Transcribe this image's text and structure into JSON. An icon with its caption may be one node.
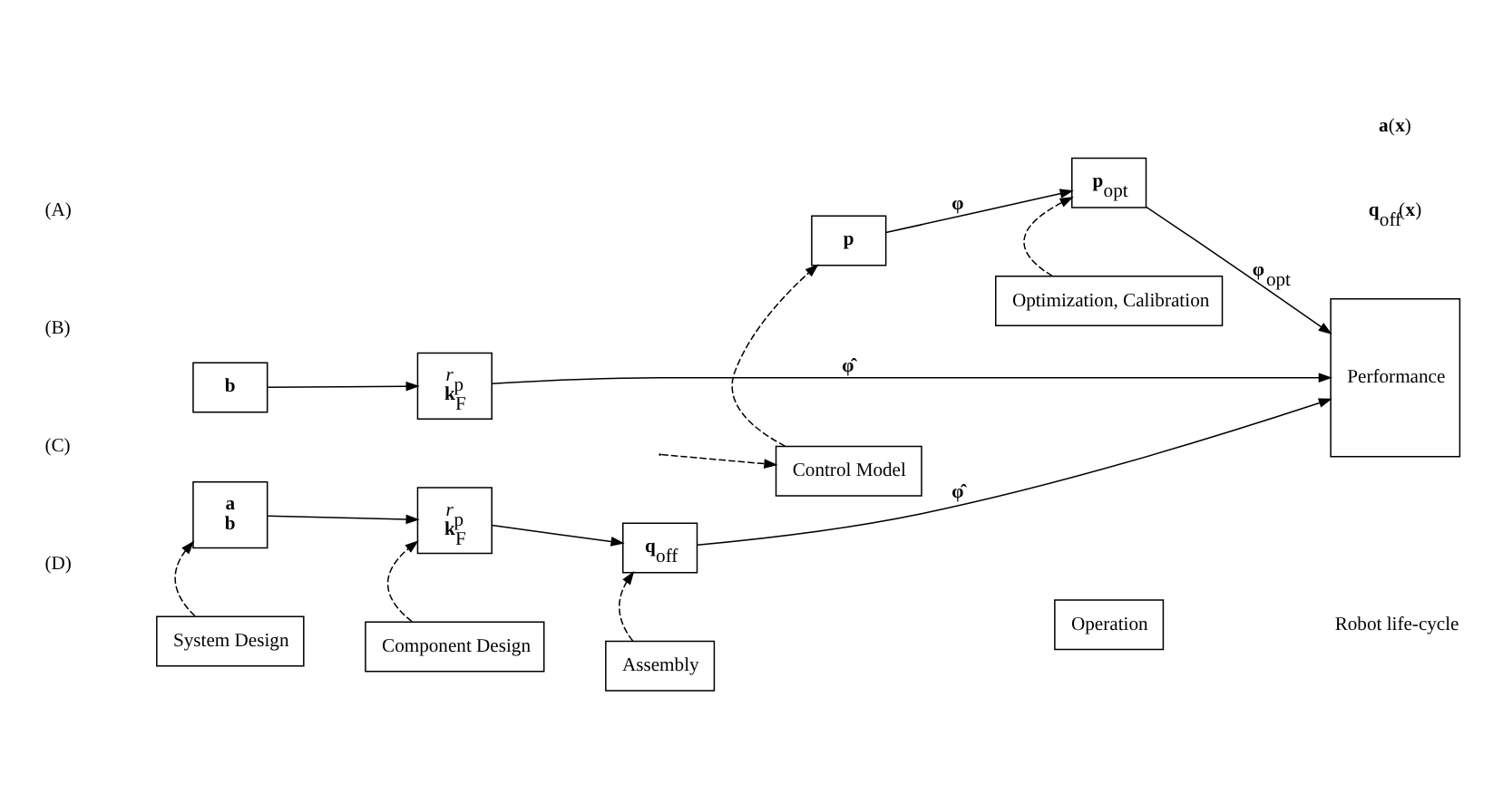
{
  "diagram": {
    "nodes": [
      {
        "text": [
          "**b**"
        ]
      },
      {
        "text": [
          "*r*$_{p}$",
          "**k**$_{F}$"
        ]
      },
      {
        "text": [
          "Performance"
        ]
      },
      {
        "text": [
          "**a**",
          "**b**"
        ]
      },
      {
        "text": [
          "*r*$_{p}$",
          "**k**$_{F}$"
        ]
      },
      {
        "text": [
          "**q**$_{off}$"
        ]
      },
      {
        "text": [
          "**p**"
        ]
      },
      {
        "text": [
          "**p**$_{opt}$"
        ]
      },
      {
        "text": [
          "System Design"
        ]
      },
      {
        "text": [
          "Component Design"
        ]
      },
      {
        "text": [
          "Assembly"
        ]
      },
      {
        "text": [
          "Control Model"
        ]
      },
      {
        "text": [
          "Optimization, Calibration"
        ]
      },
      {
        "text": [
          "Operation"
        ]
      }
    ],
    "edges": [
      {
        "from": 0,
        "to": 1,
        "arrow": "to"
      },
      {
        "from": 1,
        "to": 2,
        "arrow": "to",
        "label": "**φ̂**"
      },
      {
        "from": 3,
        "to": 4,
        "arrow": "to"
      },
      {
        "from": 4,
        "to": 5,
        "arrow": "to"
      },
      {
        "from": 5,
        "to": 2,
        "arrow": "to",
        "label": "**φ̂**"
      },
      {
        "from": null,
        "to": 11,
        "arrow": "to",
        "style": "dashed"
      },
      {
        "from": 6,
        "to": 7,
        "arrow": "to",
        "label": "**φ**"
      },
      {
        "from": 7,
        "to": 2,
        "arrow": "to",
        "label": "**φ**$_{opt}$"
      },
      {
        "from": 8,
        "to": 3,
        "arrow": "to",
        "style": "dashed"
      },
      {
        "from": 9,
        "to": 4,
        "arrow": "to",
        "style": "dashed"
      },
      {
        "from": 10,
        "to": 5,
        "arrow": "to",
        "style": "dashed"
      },
      {
        "from": 11,
        "to": 6,
        "arrow": "to",
        "style": "dashed"
      },
      {
        "from": 12,
        "to": 7,
        "arrow": "to",
        "style": "dashed"
      }
    ],
    "labels": [
      "(A)",
      "(B)",
      "(C)",
      "(D)",
      "**a**(**x**)",
      "**q**$_{off}$(**x**)",
      "Robot life-cycle"
    ]
  }
}
